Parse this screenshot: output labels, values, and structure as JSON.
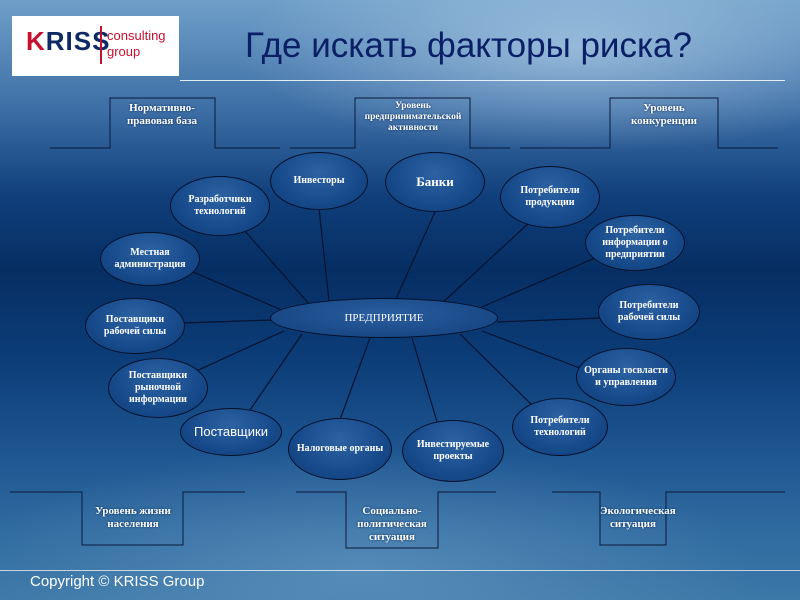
{
  "logo": {
    "mark_text": "KRISS",
    "sub_text": "consulting group"
  },
  "title": "Где искать факторы риска?",
  "levels_top": [
    {
      "label": "Нормативно-правовая база"
    },
    {
      "label": "Уровень предпринимательской активности"
    },
    {
      "label": "Уровень конкуренции"
    }
  ],
  "levels_bottom": [
    {
      "label": "Уровень жизни населения"
    },
    {
      "label": "Социально-политическая ситуация"
    },
    {
      "label": "Экологическая ситуация"
    }
  ],
  "center": {
    "label": "ПРЕДПРИЯТИЕ"
  },
  "nodes": [
    {
      "label": "Инвесторы"
    },
    {
      "label": "Банки"
    },
    {
      "label": "Разработчики технологий"
    },
    {
      "label": "Потребители продукции"
    },
    {
      "label": "Местная администрация"
    },
    {
      "label": "Потребители информации о предприятии"
    },
    {
      "label": "Поставщики рабочей силы"
    },
    {
      "label": "Потребители рабочей силы"
    },
    {
      "label": "Поставщики рыночной информации"
    },
    {
      "label": "Органы госвласти и управления"
    },
    {
      "label": "Поставщики"
    },
    {
      "label": "Потребители технологий"
    },
    {
      "label": "Налоговые органы"
    },
    {
      "label": "Инвестируемые проекты"
    }
  ],
  "footer": {
    "copyright": "Copyright © KRISS Group"
  }
}
